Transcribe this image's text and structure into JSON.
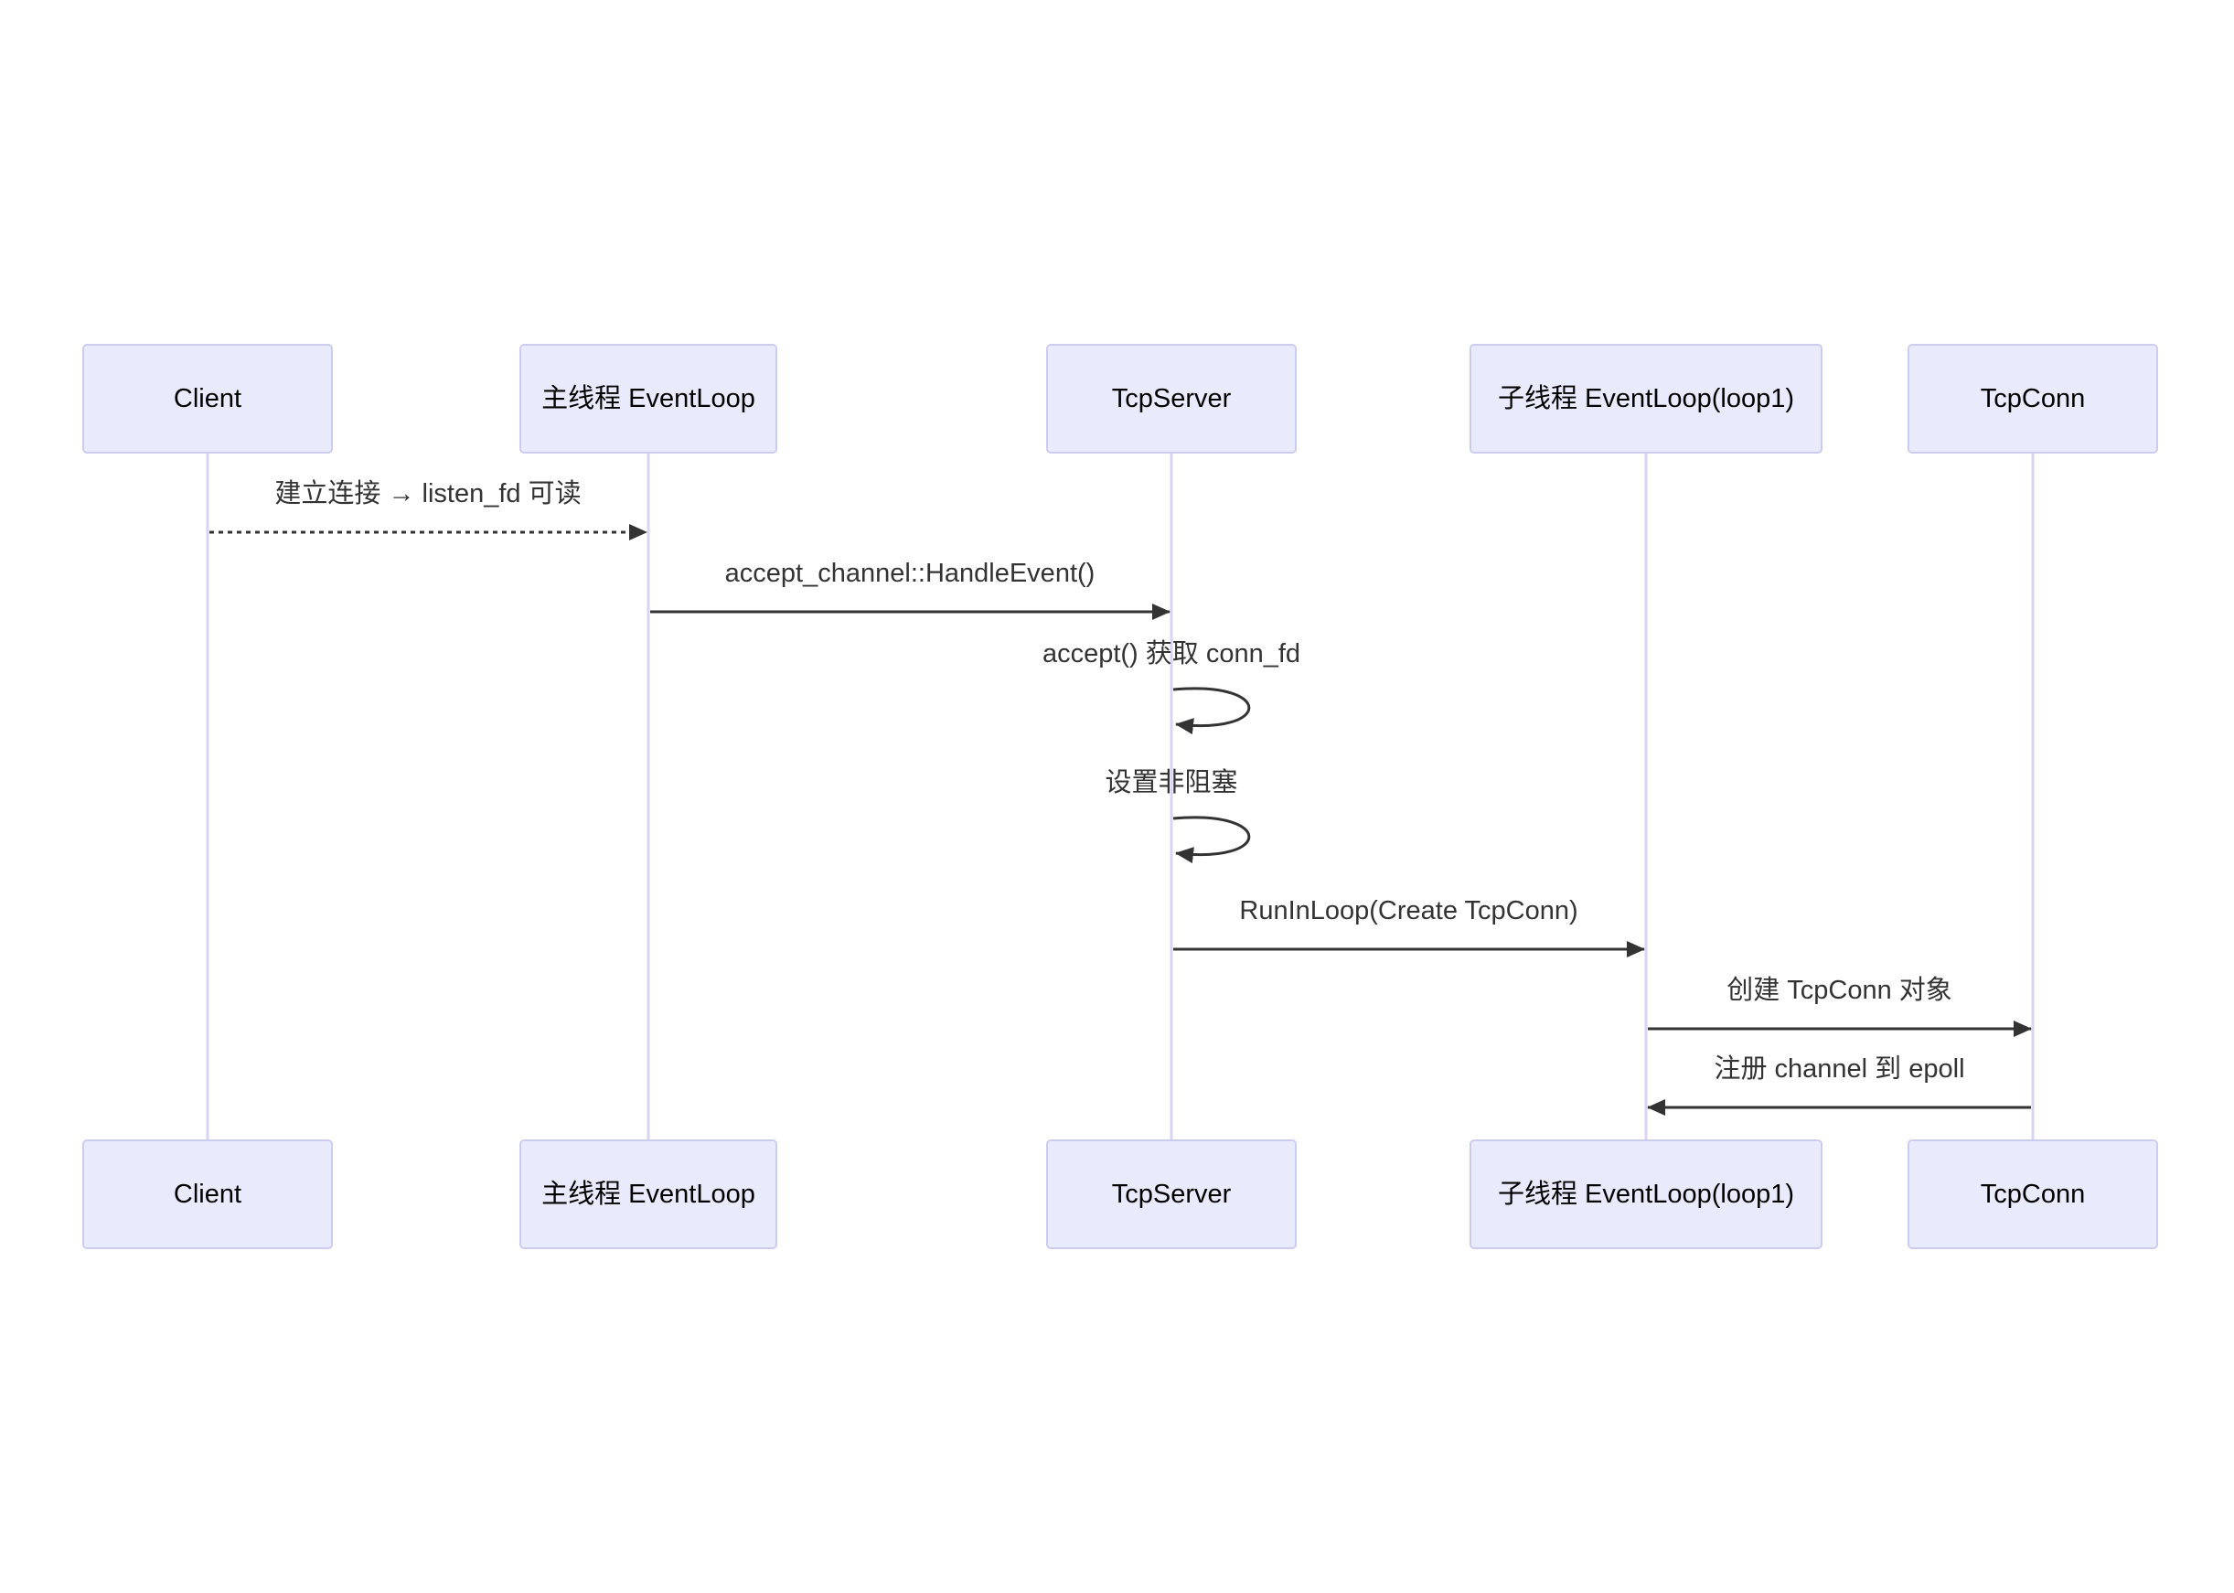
{
  "colors": {
    "actor_fill": "#eaeafd",
    "actor_stroke": "#ccccee",
    "lifeline": "#d8d4f3",
    "arrow": "#333333",
    "background": "#ffffff"
  },
  "participants": [
    {
      "id": "client",
      "label": "Client"
    },
    {
      "id": "main_loop",
      "label": "主线程 EventLoop"
    },
    {
      "id": "tcp_server",
      "label": "TcpServer"
    },
    {
      "id": "sub_loop",
      "label": "子线程 EventLoop(loop1)"
    },
    {
      "id": "tcp_conn",
      "label": "TcpConn"
    }
  ],
  "messages": [
    {
      "from": "client",
      "to": "main_loop",
      "label": "建立连接 → listen_fd 可读",
      "style": "dashed"
    },
    {
      "from": "main_loop",
      "to": "tcp_server",
      "label": "accept_channel::HandleEvent()",
      "style": "solid"
    },
    {
      "from": "tcp_server",
      "to": "tcp_server",
      "label": "accept() 获取 conn_fd",
      "style": "self"
    },
    {
      "from": "tcp_server",
      "to": "tcp_server",
      "label": "设置非阻塞",
      "style": "self"
    },
    {
      "from": "tcp_server",
      "to": "sub_loop",
      "label": "RunInLoop(Create TcpConn)",
      "style": "solid"
    },
    {
      "from": "sub_loop",
      "to": "tcp_conn",
      "label": "创建 TcpConn 对象",
      "style": "solid"
    },
    {
      "from": "tcp_conn",
      "to": "sub_loop",
      "label": "注册 channel 到 epoll",
      "style": "solid"
    }
  ]
}
